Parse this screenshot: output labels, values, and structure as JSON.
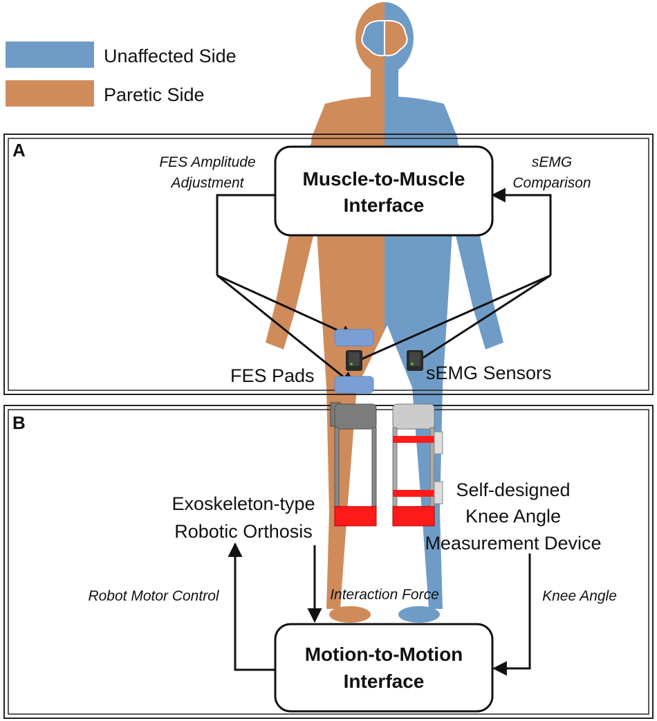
{
  "colors": {
    "unaffected": "#6f9cc6",
    "paretic": "#d08b5b",
    "strap_red": "#ff1a1a",
    "device_grey": "#777777"
  },
  "legend": [
    {
      "label": "Unaffected Side",
      "color": "#6f9cc6"
    },
    {
      "label": "Paretic Side",
      "color": "#d08b5b"
    }
  ],
  "panel_a": {
    "tag": "A",
    "box_line1": "Muscle-to-Muscle",
    "box_line2": "Interface",
    "left_note_line1": "FES Amplitude",
    "left_note_line2": "Adjustment",
    "right_note_line1": "sEMG",
    "right_note_line2": "Comparison",
    "fes_pads": "FES Pads",
    "semg_sensors": "sEMG Sensors"
  },
  "panel_b": {
    "tag": "B",
    "orthosis_line1": "Exoskeleton-type",
    "orthosis_line2": "Robotic Orthosis",
    "device_line1": "Self-designed",
    "device_line2": "Knee Angle",
    "device_line3": "Measurement Device",
    "robot_motor_control": "Robot Motor Control",
    "interaction_force": "Interaction Force",
    "knee_angle": "Knee Angle",
    "box_line1": "Motion-to-Motion",
    "box_line2": "Interface"
  }
}
